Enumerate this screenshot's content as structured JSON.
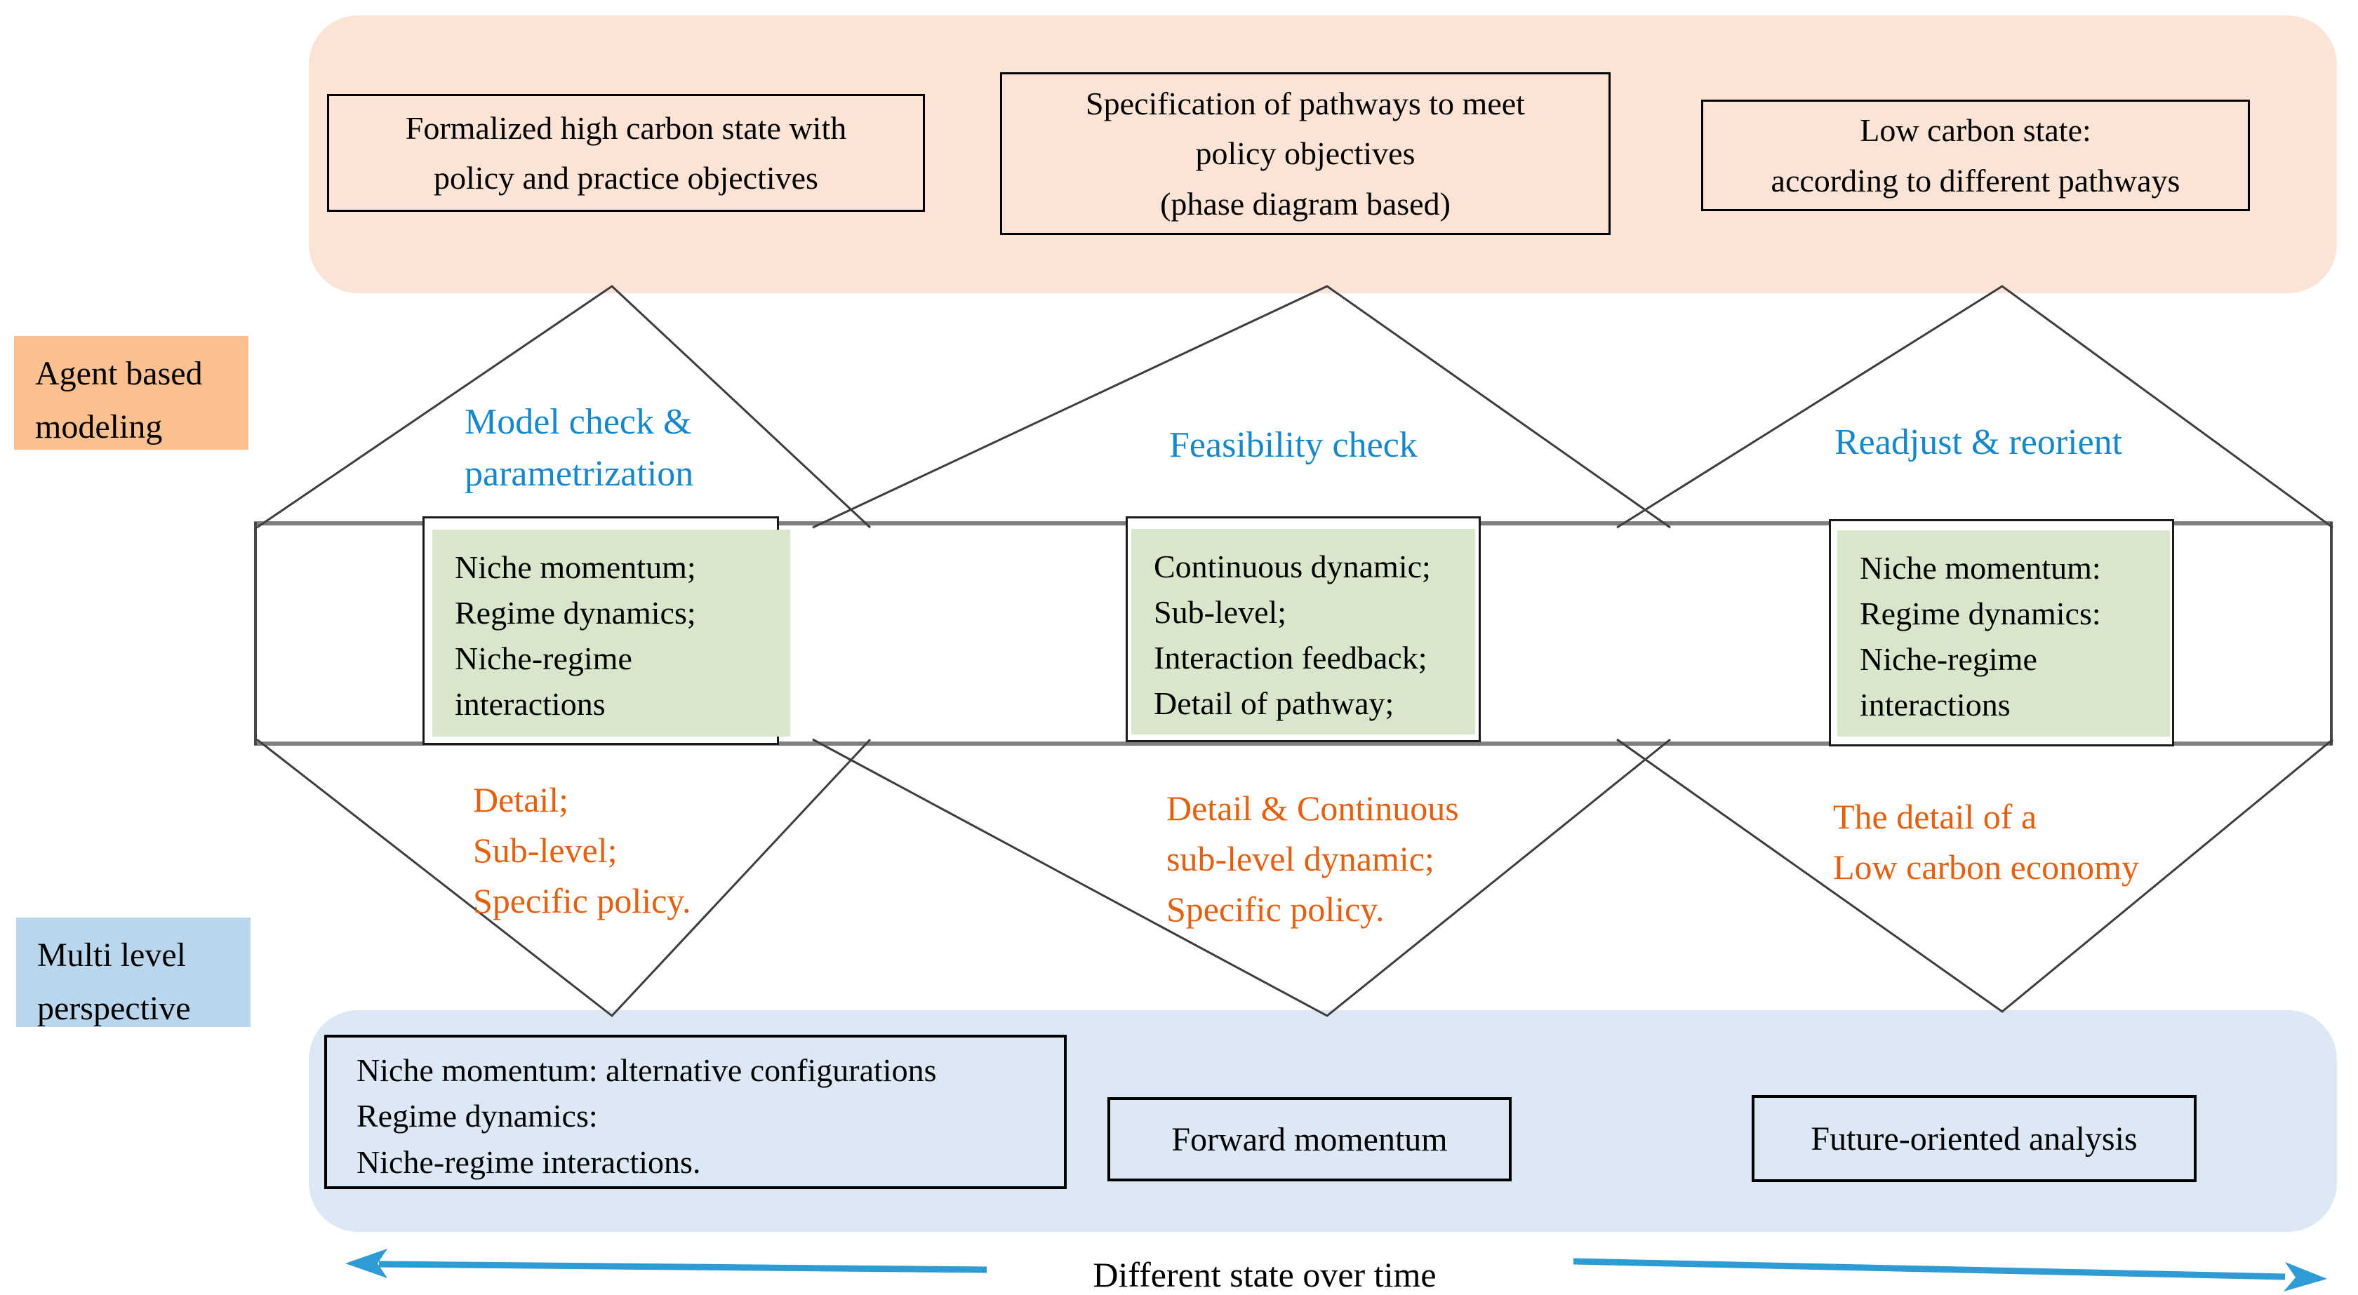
{
  "top_band": {
    "boxes": [
      {
        "label": "Formalized high carbon state with\npolicy and practice objectives"
      },
      {
        "label": "Specification of pathways to meet\npolicy objectives\n(phase diagram based)"
      },
      {
        "label": "Low carbon state:\naccording to different pathways"
      }
    ]
  },
  "side_labels": {
    "abm": "Agent based\nmodeling",
    "mlp": "Multi level\nperspective"
  },
  "phases": [
    {
      "blue_label": "Model check &\nparametrization",
      "green_label": "Niche momentum;\nRegime dynamics;\nNiche-regime\ninteractions",
      "orange_label": "Detail;\nSub-level;\nSpecific policy."
    },
    {
      "blue_label": "Feasibility check",
      "green_label": "Continuous dynamic;\nSub-level;\nInteraction feedback;\nDetail of pathway;",
      "orange_label": "Detail & Continuous\nsub-level dynamic;\nSpecific policy."
    },
    {
      "blue_label": "Readjust & reorient",
      "green_label": "Niche momentum:\nRegime dynamics:\nNiche-regime\ninteractions",
      "orange_label": "The detail of a\nLow carbon economy"
    }
  ],
  "bottom_band": {
    "boxes": [
      {
        "label": "Niche momentum: alternative configurations\nRegime dynamics:\nNiche-regime interactions."
      },
      {
        "label": "Forward momentum"
      },
      {
        "label": "Future-oriented analysis"
      }
    ]
  },
  "timeline": {
    "label": "Different state over time"
  },
  "colors": {
    "peach_band": "#FBE3D5",
    "orange_label_bg": "#FAC090",
    "blue_label_bg": "#B9D6EC",
    "blue_band": "#DCE9F5",
    "green_box": "#D8E7CC",
    "blue_text": "#1488CA",
    "orange_text": "#E4600E",
    "arrow_blue": "#2E9BD5",
    "band_line_gray": "#7F7F7F"
  }
}
